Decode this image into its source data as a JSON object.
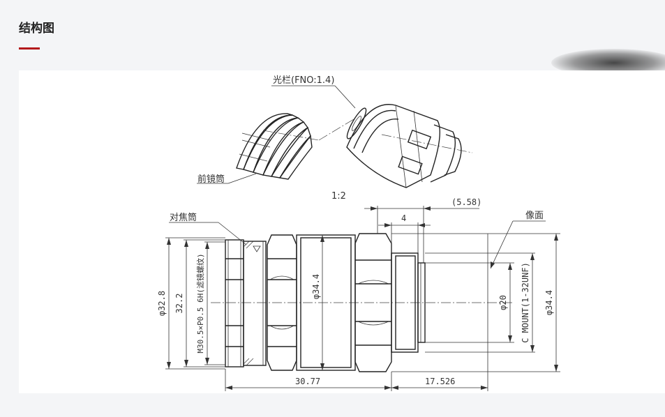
{
  "page": {
    "title": "结构图",
    "accent_color": "#b3191b"
  },
  "drawing": {
    "labels": {
      "aperture": "光栏(FNO:1.4)",
      "front_barrel": "前镜筒",
      "scale": "1:2",
      "focus_barrel": "对焦筒",
      "image_plane": "像面"
    },
    "dimensions": {
      "top_5_58": "(5.58)",
      "top_4": "4",
      "dia_32_8": "φ32.8",
      "dim_32_2": "32.2",
      "thread": "M30.5×P0.5 6H(滤镜螺纹)",
      "dia_34_4_body": "φ34.4",
      "dia_20": "φ20",
      "c_mount": "C MOUNT(1-32UNF)",
      "dia_34_4_right": "φ34.4",
      "len_30_77": "30.77",
      "len_17_526": "17.526"
    }
  }
}
